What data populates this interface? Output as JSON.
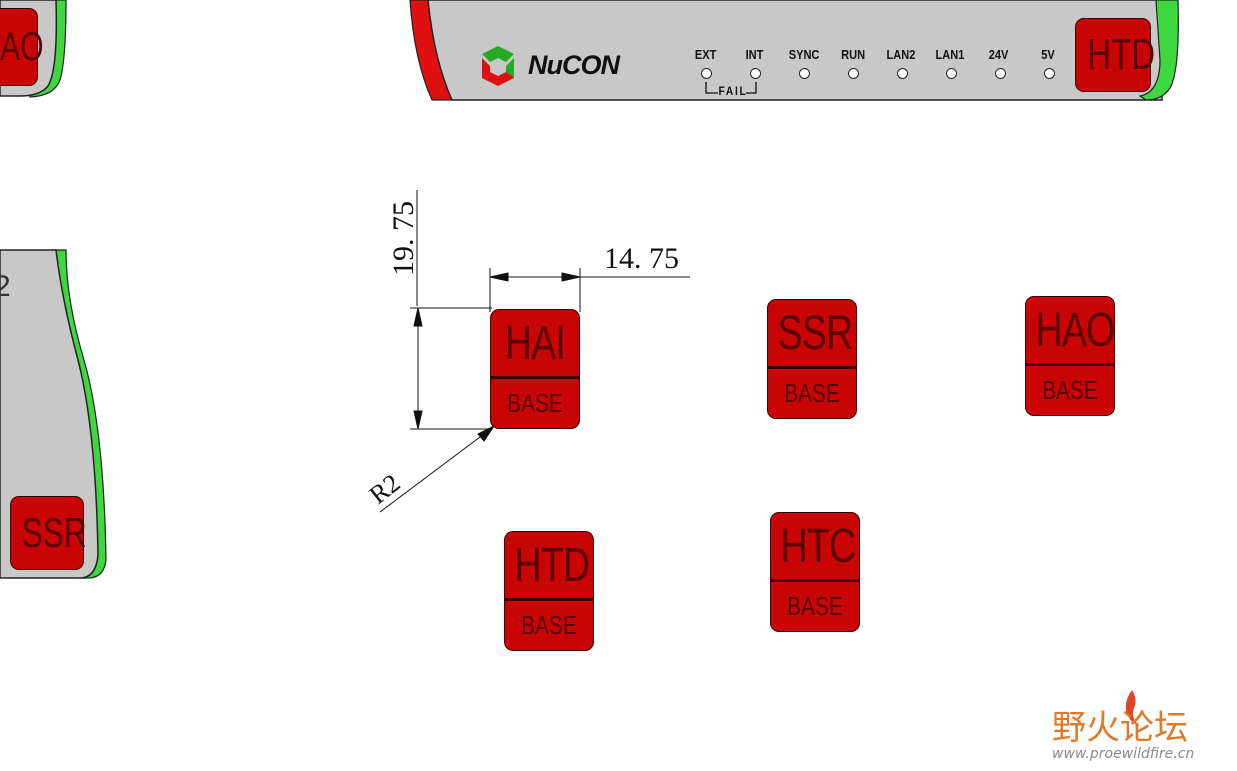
{
  "device_top": {
    "brand": "NuCON",
    "indicators": [
      "EXT",
      "INT",
      "SYNC",
      "RUN",
      "LAN2",
      "LAN1",
      "24V",
      "5V"
    ],
    "fail_label": "FAIL",
    "button": "HTD"
  },
  "device_top_left": {
    "label": "AO"
  },
  "device_left": {
    "button": "SSR",
    "edge_text": "2"
  },
  "dimensions": {
    "height": "19. 75",
    "width": "14. 75",
    "radius": "R2"
  },
  "badges": [
    {
      "top": "HAI",
      "bottom": "BASE"
    },
    {
      "top": "SSR",
      "bottom": "BASE"
    },
    {
      "top": "HAO",
      "bottom": "BASE"
    },
    {
      "top": "HTD",
      "bottom": "BASE"
    },
    {
      "top": "HTC",
      "bottom": "BASE"
    }
  ],
  "watermark": {
    "cn": "野火论坛",
    "url": "www.proewildfire.cn"
  },
  "colors": {
    "badge": "#c80404",
    "panel": "#c8c8c8",
    "edge_green": "#3ed83e",
    "edge_red": "#e01010",
    "brand_orange": "#e07a2a"
  }
}
